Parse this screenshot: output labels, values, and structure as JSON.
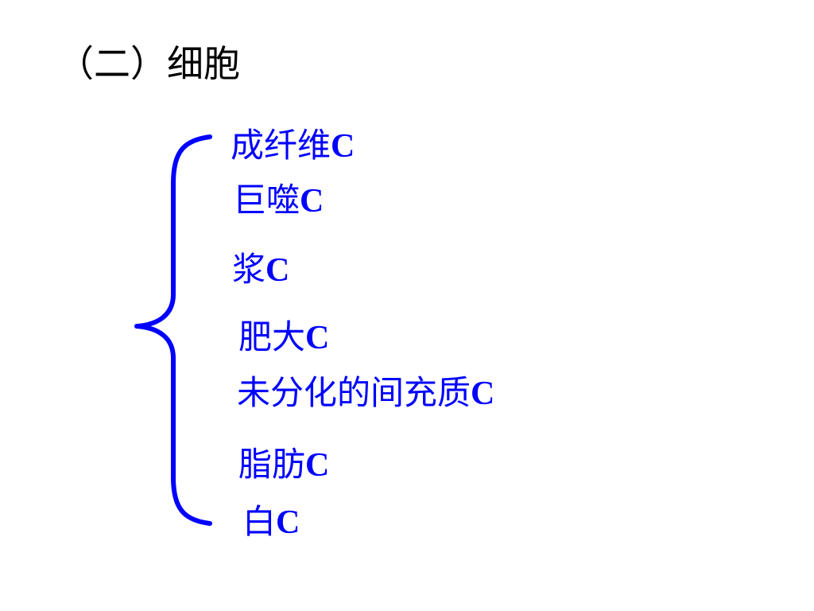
{
  "title": "（二）细胞",
  "colors": {
    "title": "#000000",
    "items": "#0000ff",
    "brace": "#0000ff"
  },
  "icons": {
    "brace": "curly-brace-icon"
  },
  "items": [
    {
      "cn": "成纤维",
      "lat": "C"
    },
    {
      "cn": "巨噬",
      "lat": "C"
    },
    {
      "cn": "浆",
      "lat": "C"
    },
    {
      "cn": "肥大",
      "lat": "C"
    },
    {
      "cn": "未分化的间充质",
      "lat": "C"
    },
    {
      "cn": "脂肪",
      "lat": "C"
    },
    {
      "cn": "白",
      "lat": "C"
    }
  ]
}
